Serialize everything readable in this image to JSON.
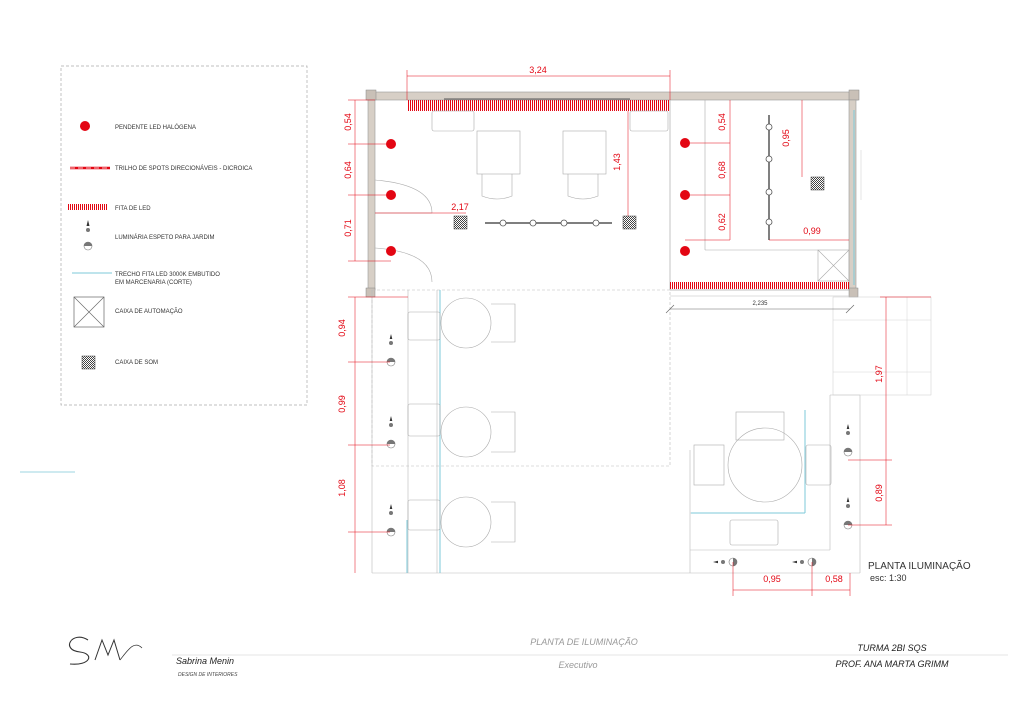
{
  "legend": {
    "items": [
      "PENDENTE LED HALÓGENA",
      "TRILHO DE SPOTS DIRECIONÁVEIS - DICROICA",
      "FITA DE LED",
      "LUMINÁRIA ESPETO PARA JARDIM",
      "TRECHO FITA LED 3000K EMBUTIDO",
      "EM MARCENARIA (CORTE)",
      "CAIXA DE AUTOMAÇÃO",
      "CAIXA DE SOM"
    ]
  },
  "dimensions": {
    "top": "3,24",
    "left_a": "0,54",
    "left_b": "0,64",
    "left_c": "0,71",
    "inner_217": "2,17",
    "inner_143": "1,43",
    "right_054": "0,54",
    "right_068": "0,68",
    "right_062": "0,62",
    "right_095": "0,95",
    "right_099": "0,99",
    "wall_2235": "2,235",
    "left_094": "0,94",
    "left_099": "0,99",
    "left_108": "1,08",
    "right_197": "1,97",
    "right_089": "0,89",
    "bottom_095": "0,95",
    "bottom_058": "0,58"
  },
  "plan_title": {
    "name": "PLANTA ILUMINAÇÃO",
    "scale": "esc: 1:30"
  },
  "title_block": {
    "logo": "SM",
    "designer": "Sabrina Menin",
    "designer_sub": "DESIGN DE INTERIORES",
    "drawing": "PLANTA DE ILUMINAÇÃO",
    "phase": "Executivo",
    "class": "TURMA 2BI SQS",
    "professor": "PROF. ANA MARTA GRIMM"
  },
  "colors": {
    "pendant": "#e30613",
    "dimension": "#e30613",
    "led_strip": "#e30613",
    "embedded_led": "#7ec8d8",
    "wall_fill": "#d7cfc6",
    "linework": "#bbbbbb"
  }
}
